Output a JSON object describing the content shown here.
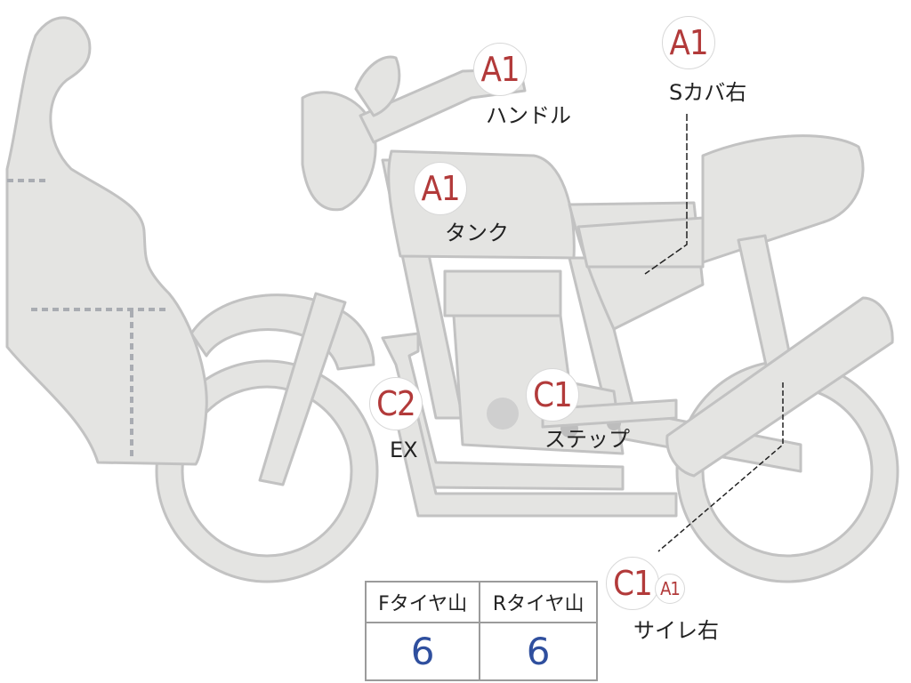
{
  "colors": {
    "fill": "#e4e4e2",
    "stroke": "#b8b8b8",
    "badge_text": "#b23a3a",
    "value_text": "#2f4f9e"
  },
  "callouts": {
    "handle": {
      "grade": "A1",
      "label": "ハンドル"
    },
    "side_cover_right": {
      "grade": "A1",
      "label": "Sカバ右"
    },
    "tank": {
      "grade": "A1",
      "label": "タンク"
    },
    "exhaust": {
      "grade": "C2",
      "label": "EX"
    },
    "step": {
      "grade": "C1",
      "label": "ステップ"
    },
    "silencer_right": {
      "grade": "C1",
      "grade2": "A1",
      "label": "サイレ右"
    }
  },
  "tires": {
    "front_label": "Fタイヤ山",
    "rear_label": "Rタイヤ山",
    "front_value": "6",
    "rear_value": "6"
  }
}
